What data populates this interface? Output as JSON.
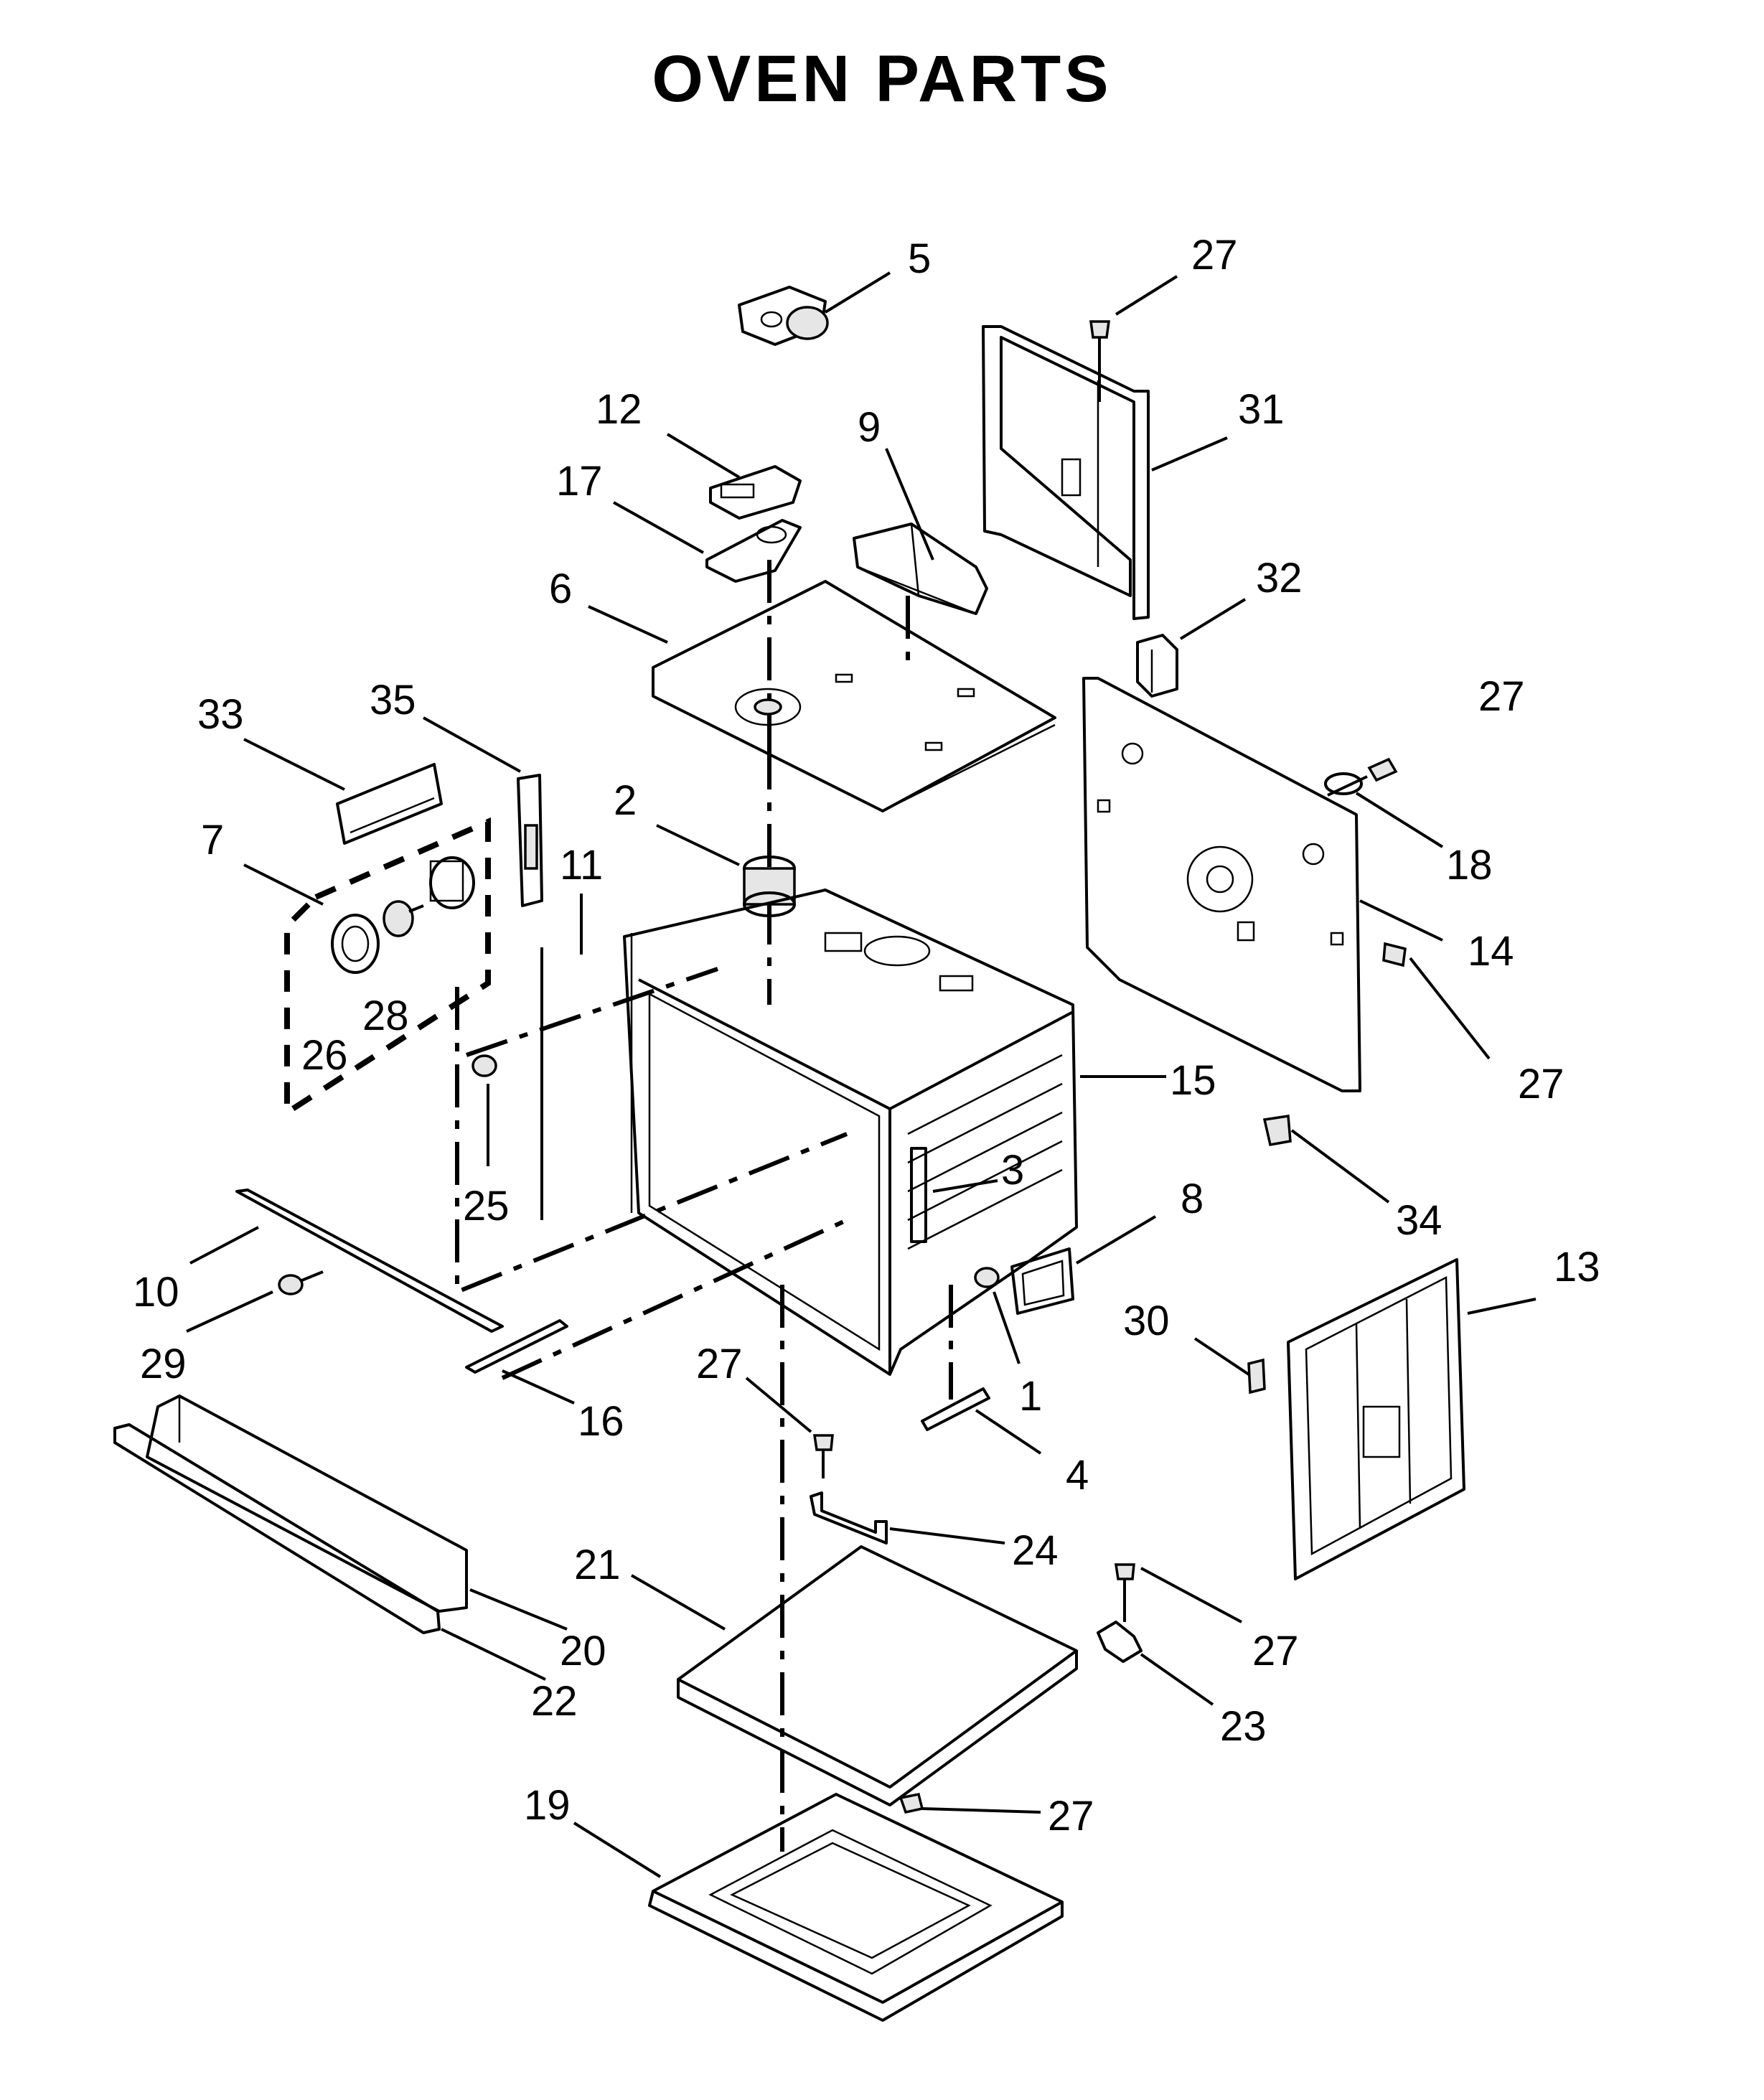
{
  "title": "OVEN PARTS",
  "callouts": [
    {
      "id": "c5",
      "label": "5"
    },
    {
      "id": "c27a",
      "label": "27"
    },
    {
      "id": "c12",
      "label": "12"
    },
    {
      "id": "c9",
      "label": "9"
    },
    {
      "id": "c31",
      "label": "31"
    },
    {
      "id": "c17",
      "label": "17"
    },
    {
      "id": "c6",
      "label": "6"
    },
    {
      "id": "c32",
      "label": "32"
    },
    {
      "id": "c33",
      "label": "33"
    },
    {
      "id": "c35",
      "label": "35"
    },
    {
      "id": "c27b",
      "label": "27"
    },
    {
      "id": "c2",
      "label": "2"
    },
    {
      "id": "c7",
      "label": "7"
    },
    {
      "id": "c11",
      "label": "11"
    },
    {
      "id": "c18",
      "label": "18"
    },
    {
      "id": "c28",
      "label": "28"
    },
    {
      "id": "c26",
      "label": "26"
    },
    {
      "id": "c14",
      "label": "14"
    },
    {
      "id": "c15",
      "label": "15"
    },
    {
      "id": "c27c",
      "label": "27"
    },
    {
      "id": "c3",
      "label": "3"
    },
    {
      "id": "c25",
      "label": "25"
    },
    {
      "id": "c8",
      "label": "8"
    },
    {
      "id": "c34",
      "label": "34"
    },
    {
      "id": "c13",
      "label": "13"
    },
    {
      "id": "c10",
      "label": "10"
    },
    {
      "id": "c30",
      "label": "30"
    },
    {
      "id": "c29",
      "label": "29"
    },
    {
      "id": "c1",
      "label": "1"
    },
    {
      "id": "c27d",
      "label": "27"
    },
    {
      "id": "c16",
      "label": "16"
    },
    {
      "id": "c4",
      "label": "4"
    },
    {
      "id": "c24",
      "label": "24"
    },
    {
      "id": "c21",
      "label": "21"
    },
    {
      "id": "c20",
      "label": "20"
    },
    {
      "id": "c27e",
      "label": "27"
    },
    {
      "id": "c22",
      "label": "22"
    },
    {
      "id": "c23",
      "label": "23"
    },
    {
      "id": "c19",
      "label": "19"
    },
    {
      "id": "c27f",
      "label": "27"
    }
  ]
}
